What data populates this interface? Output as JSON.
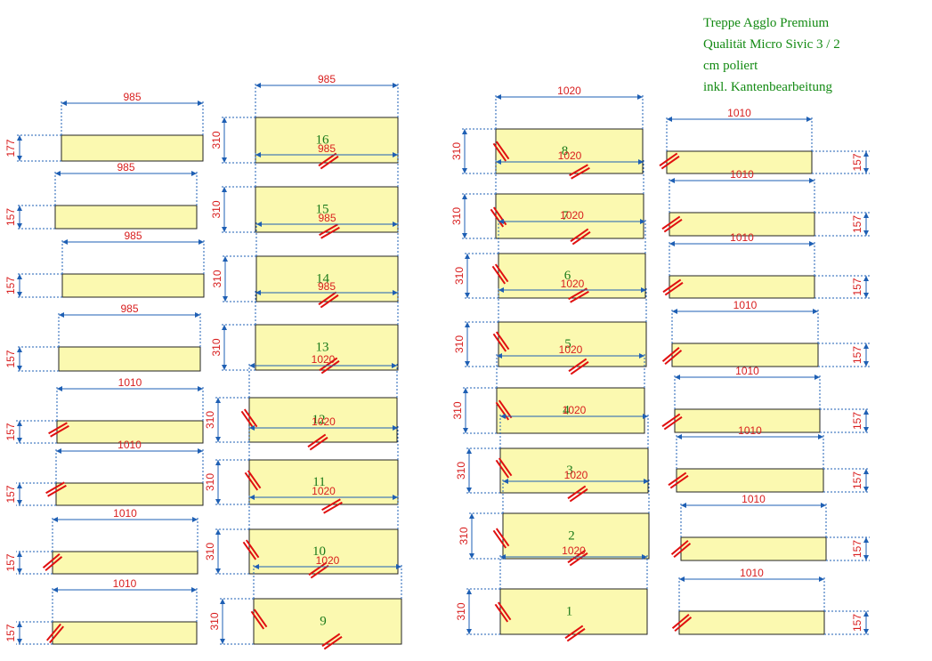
{
  "notes": [
    "Treppe Agglo Premium",
    "Qualität Micro Sivic 3 / 2",
    "cm poliert",
    "inkl. Kantenbearbeitung"
  ],
  "colors": {
    "panel_fill": "#fbf9b0",
    "dimension_line": "#1e5fb4",
    "dimension_text": "#d81e1e",
    "step_number": "#1a7a1a",
    "edge_mark": "#e01010"
  },
  "treads": [
    {
      "number": "16",
      "width": "985",
      "depth": "310"
    },
    {
      "number": "15",
      "width": "985",
      "depth": "310"
    },
    {
      "number": "14",
      "width": "985",
      "depth": "310"
    },
    {
      "number": "13",
      "width": "985",
      "depth": "310"
    },
    {
      "number": "12",
      "width": "1020",
      "depth": "310"
    },
    {
      "number": "11",
      "width": "1020",
      "depth": "310"
    },
    {
      "number": "10",
      "width": "1020",
      "depth": "310"
    },
    {
      "number": "9",
      "width": "1020",
      "depth": "310"
    },
    {
      "number": "8",
      "width": "1020",
      "depth": "310"
    },
    {
      "number": "7",
      "width": "1020",
      "depth": "310"
    },
    {
      "number": "6",
      "width": "1020",
      "depth": "310"
    },
    {
      "number": "5",
      "width": "1020",
      "depth": "310"
    },
    {
      "number": "4",
      "width": "1020",
      "depth": "310"
    },
    {
      "number": "3",
      "width": "1020",
      "depth": "310"
    },
    {
      "number": "2",
      "width": "1020",
      "depth": "310"
    },
    {
      "number": "1",
      "width": "1020",
      "depth": "310"
    }
  ],
  "risers": [
    {
      "width": "985",
      "height": "177"
    },
    {
      "width": "985",
      "height": "157"
    },
    {
      "width": "985",
      "height": "157"
    },
    {
      "width": "985",
      "height": "157"
    },
    {
      "width": "1010",
      "height": "157"
    },
    {
      "width": "1010",
      "height": "157"
    },
    {
      "width": "1010",
      "height": "157"
    },
    {
      "width": "1010",
      "height": "157"
    },
    {
      "width": "1010",
      "height": "157"
    },
    {
      "width": "1010",
      "height": "157"
    },
    {
      "width": "1010",
      "height": "157"
    },
    {
      "width": "1010",
      "height": "157"
    },
    {
      "width": "1010",
      "height": "157"
    },
    {
      "width": "1010",
      "height": "157"
    },
    {
      "width": "1010",
      "height": "157"
    },
    {
      "width": "1010",
      "height": "157"
    }
  ]
}
